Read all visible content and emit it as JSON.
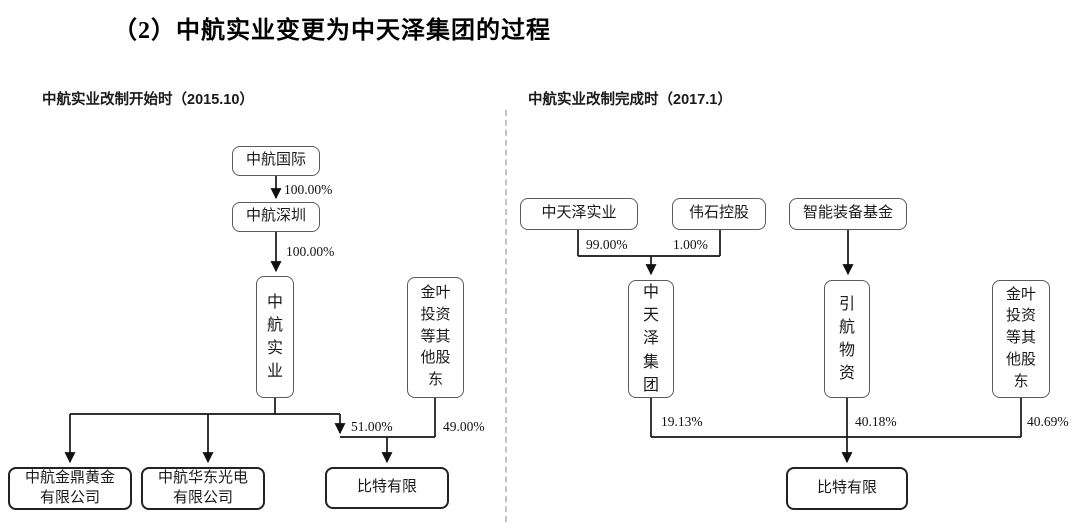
{
  "page": {
    "title": "（2）中航实业变更为中天泽集团的过程"
  },
  "left_chart": {
    "subtitle": "中航实业改制开始时（2015.10）",
    "nodes": {
      "zhonghang_guoji": "中航国际",
      "zhonghang_shenzhen": "中航深圳",
      "zhonghang_shiye": "中\n航\n实\n业",
      "jinye_investors": "金叶\n投资\n等其\n他股\n东",
      "jinding_gold": "中航金鼎黄金\n有限公司",
      "huadong_optoelectronics": "中航华东光电\n有限公司",
      "bite_limited": "比特有限"
    },
    "edge_labels": {
      "guoji_to_shenzhen": "100.00%",
      "shenzhen_to_shiye": "100.00%",
      "shiye_to_bite": "51.00%",
      "jinye_to_bite": "49.00%"
    }
  },
  "right_chart": {
    "subtitle": "中航实业改制完成时（2017.1）",
    "nodes": {
      "ztz_shiye": "中天泽实业",
      "weishi_holding": "伟石控股",
      "zhineng_fund": "智能装备基金",
      "ztz_group": "中\n天\n泽\n集\n团",
      "yinhang_wuzi": "引\n航\n物\n资",
      "jinye_investors": "金叶\n投资\n等其\n他股\n东",
      "bite_limited": "比特有限"
    },
    "edge_labels": {
      "ztz_shiye_to_group": "99.00%",
      "weishi_to_group": "1.00%",
      "group_to_bite": "19.13%",
      "yinhang_to_bite": "40.18%",
      "jinye_to_bite": "40.69%"
    }
  }
}
